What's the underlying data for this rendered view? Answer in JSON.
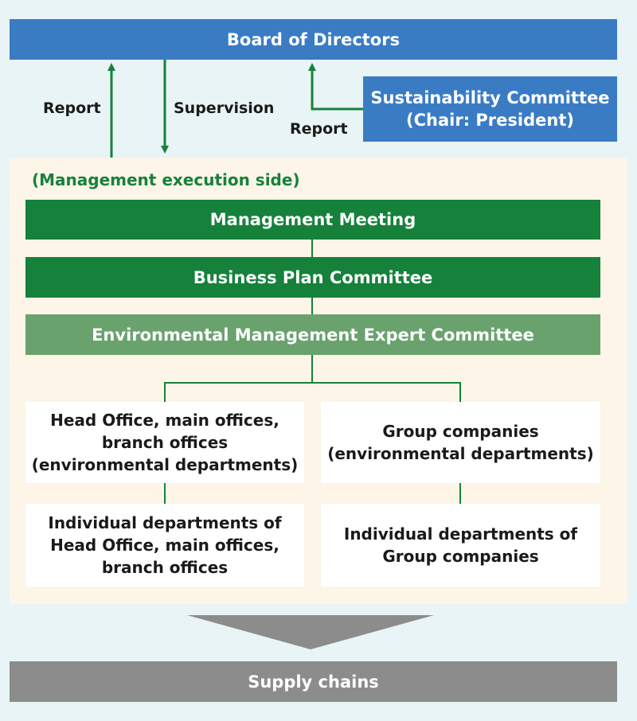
{
  "board": {
    "label": "Board of Directors"
  },
  "sustainability": {
    "line1": "Sustainability Committee",
    "line2": "(Chair: President)"
  },
  "arrows": {
    "report_left": "Report",
    "supervision": "Supervision",
    "report_right": "Report"
  },
  "execution": {
    "title": "(Management execution side)",
    "management_meeting": "Management Meeting",
    "business_plan": "Business Plan Committee",
    "environmental_committee": "Environmental Management Expert Committee"
  },
  "left_branch": {
    "top_lines": [
      "Head Office, main offices,",
      "branch offices",
      "(environmental departments)"
    ],
    "bottom_lines": [
      "Individual departments of",
      "Head Office, main offices,",
      "branch offices"
    ]
  },
  "right_branch": {
    "top_lines": [
      "Group companies",
      "(environmental departments)"
    ],
    "bottom_lines": [
      "Individual departments of",
      "Group companies"
    ]
  },
  "supply": {
    "label": "Supply chains"
  },
  "colors": {
    "blue": "#3a7cc4",
    "green_dark": "#16813b",
    "green_light": "#6aa26e",
    "gray": "#8c8c8c",
    "panel": "#fcf5e8",
    "background": "#e8f4f5"
  }
}
